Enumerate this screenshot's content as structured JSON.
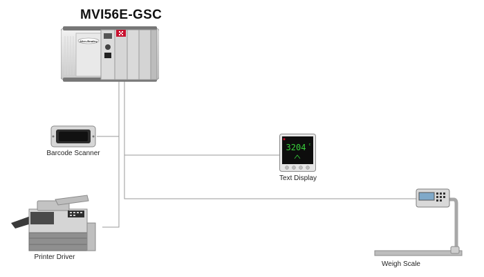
{
  "diagram": {
    "title": "MVI56E-GSC",
    "plc": {
      "brand": "Allen-Bradley"
    },
    "devices": {
      "barcode_scanner": {
        "label": "Barcode Scanner"
      },
      "text_display": {
        "label": "Text Display",
        "reading": "3204",
        "unit": "c"
      },
      "printer": {
        "label": "Printer Driver"
      },
      "weigh_scale": {
        "label": "Weigh Scale"
      }
    },
    "colors": {
      "wire": "#9a9a9a",
      "accent": "#c8102e",
      "display_green": "#39d23c"
    }
  }
}
